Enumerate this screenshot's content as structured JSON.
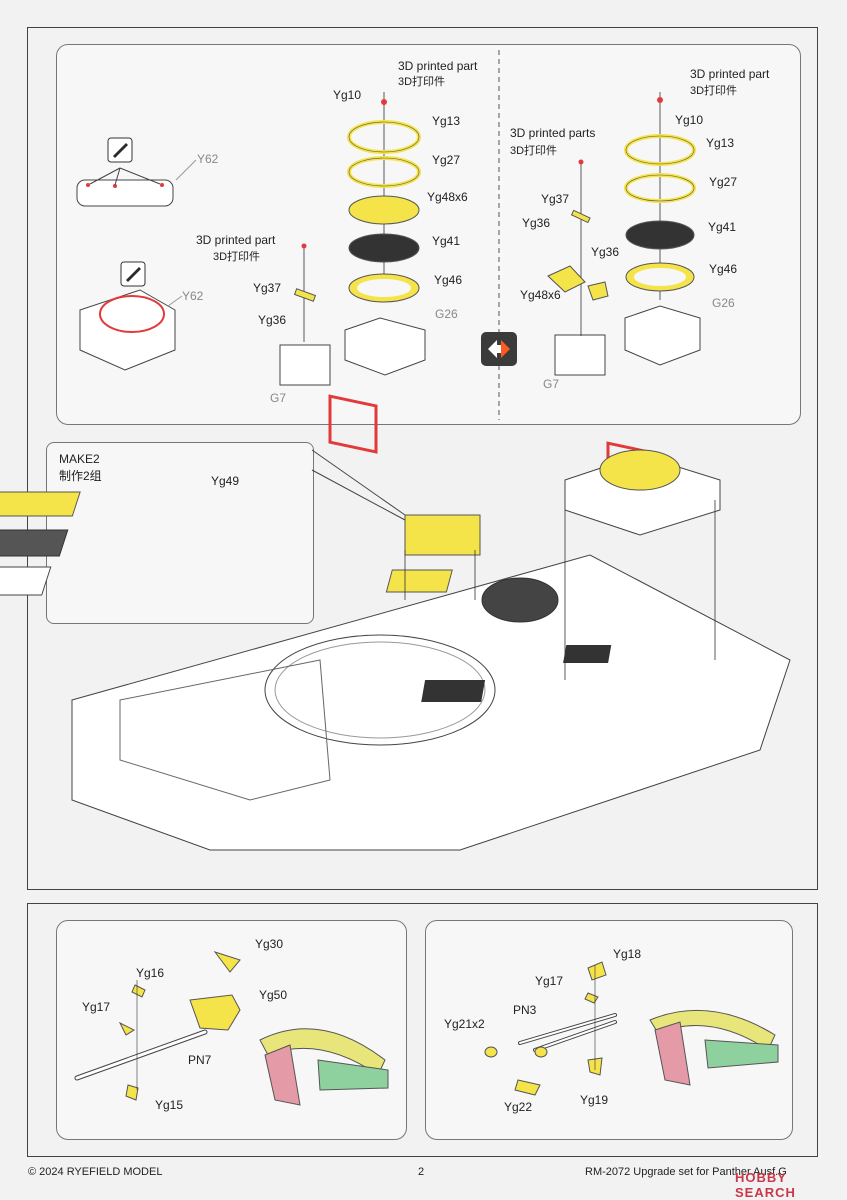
{
  "colors": {
    "part_yellow": "#f5e34a",
    "part_red": "#e23a3a",
    "tool_bg": "#2b2b2b",
    "guide_bg": "#3b3b3b",
    "guide_accent": "#ff5a1f",
    "clamp_green": "#8fd19e",
    "clamp_pink": "#e59aa8"
  },
  "icons": [
    "tweezer-tool-icon",
    "knife-tool-icon",
    "alternative-arrows-icon"
  ],
  "top": {
    "y62_a": "Y62",
    "y62_b": "Y62",
    "left": {
      "printed": "3D printed part",
      "printed_cn": "3D打印件",
      "yg10": "Yg10",
      "yg13": "Yg13",
      "yg27": "Yg27",
      "yg48x6": "Yg48x6",
      "yg41": "Yg41",
      "yg46": "Yg46",
      "g26": "G26",
      "printed2": "3D printed part",
      "printed2_cn": "3D打印件",
      "yg37": "Yg37",
      "yg36": "Yg36",
      "g7": "G7"
    },
    "right": {
      "printed": "3D printed part",
      "printed_cn": "3D打印件",
      "yg10": "Yg10",
      "yg13": "Yg13",
      "yg27": "Yg27",
      "yg41": "Yg41",
      "yg46": "Yg46",
      "g26": "G26",
      "printed_parts": "3D printed parts",
      "printed_parts_cn": "3D打印件",
      "yg37": "Yg37",
      "yg36a": "Yg36",
      "yg36b": "Yg36",
      "yg48x6": "Yg48x6",
      "g7": "G7"
    }
  },
  "middle": {
    "make": "MAKE2",
    "make_cn": "制作2组",
    "yg49": "Yg49"
  },
  "bottom": {
    "left": {
      "yg30": "Yg30",
      "yg16": "Yg16",
      "yg50": "Yg50",
      "yg17": "Yg17",
      "pn7": "PN7",
      "yg15": "Yg15"
    },
    "right": {
      "yg18": "Yg18",
      "yg17": "Yg17",
      "pn3": "PN3",
      "yg21x2": "Yg21x2",
      "yg22": "Yg22",
      "yg19": "Yg19"
    }
  },
  "footer": {
    "copyright": "© 2024 RYEFIELD MODEL",
    "page": "2",
    "code": "RM-2072 Upgrade set for Panther Ausf.G",
    "watermark": "HOBBY SEARCH"
  }
}
